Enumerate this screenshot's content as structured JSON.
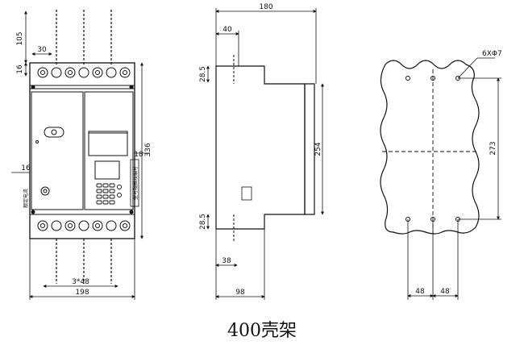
{
  "caption": "400壳架",
  "front_view": {
    "dims": {
      "top_clearance": "105",
      "terminal_spacing": "30",
      "terminal_height": "16",
      "side_offset": "16",
      "panel_depth": "18",
      "overall_height": "336",
      "pole_pitch": "3*48",
      "overall_width": "198"
    },
    "panel_label": "型号规格及编号",
    "side_label": "额定电流"
  },
  "side_view": {
    "dims": {
      "overall_depth_top": "180",
      "front_offset": "40",
      "top_terminal": "28.5",
      "face_height": "254",
      "bottom_terminal": "28.5",
      "bottom_offset": "38",
      "base_depth": "98"
    }
  },
  "mounting_view": {
    "dims": {
      "holes": "6XΦ7",
      "hole_vertical": "273",
      "spacing_left": "48",
      "spacing_right": "48"
    }
  }
}
